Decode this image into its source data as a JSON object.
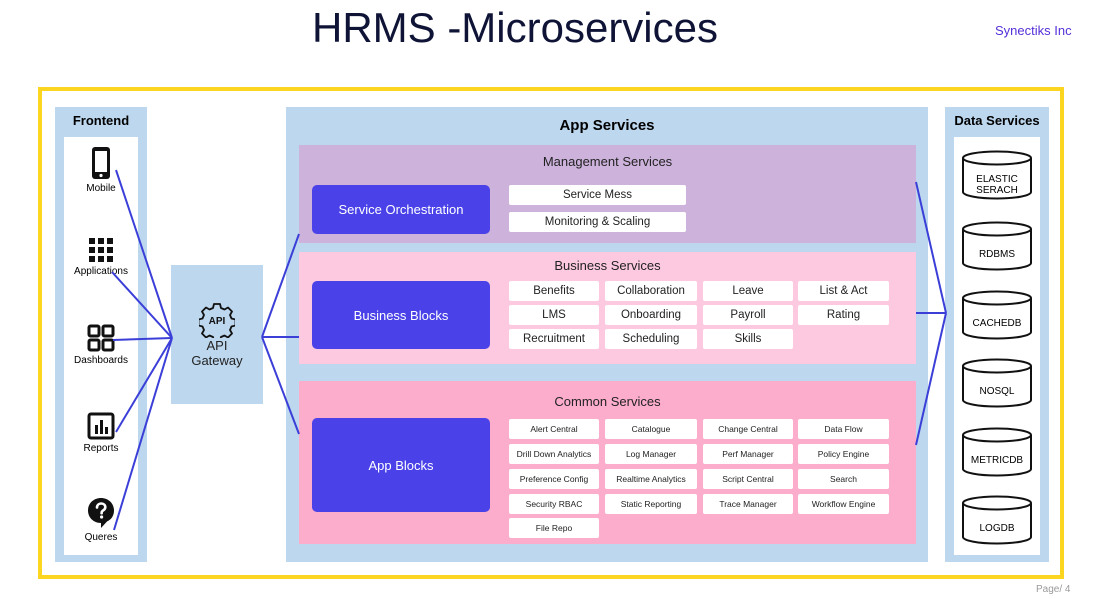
{
  "header": {
    "title": "HRMS -Microservices",
    "company": "Synectiks Inc",
    "page": "Page/ 4"
  },
  "frontend": {
    "title": "Frontend",
    "items": [
      {
        "label": "Mobile",
        "icon": "mobile-phone-icon"
      },
      {
        "label": "Applications",
        "icon": "apps-grid-icon"
      },
      {
        "label": "Dashboards",
        "icon": "dashboard-icon"
      },
      {
        "label": "Reports",
        "icon": "report-chart-icon"
      },
      {
        "label": "Queres",
        "icon": "question-bubble-icon"
      }
    ]
  },
  "gateway": {
    "icon_text": "API",
    "line1": "API",
    "line2": "Gateway"
  },
  "app_services": {
    "title": "App Services",
    "management": {
      "title": "Management Services",
      "block": "Service Orchestration",
      "items": [
        "Service Mess",
        "Monitoring & Scaling"
      ]
    },
    "business": {
      "title": "Business Services",
      "block": "Business Blocks",
      "items": [
        "Benefits",
        "Collaboration",
        "Leave",
        "List & Act",
        "LMS",
        "Onboarding",
        "Payroll",
        "Rating",
        "Recruitment",
        "Scheduling",
        "Skills"
      ]
    },
    "common": {
      "title": "Common  Services",
      "block": "App Blocks",
      "items": [
        "Alert Central",
        "Catalogue",
        "Change Central",
        "Data Flow",
        "Drill Down Analytics",
        "Log Manager",
        "Perf Manager",
        "Policy Engine",
        "Preference Config",
        "Realtime Analytics",
        "Script Central",
        "Search",
        "Security RBAC",
        "Static Reporting",
        "Trace Manager",
        "Workflow Engine",
        "File Repo"
      ]
    }
  },
  "data_services": {
    "title": "Data Services",
    "stores": [
      {
        "line1": "ELASTIC",
        "line2": "SERACH"
      },
      {
        "line1": "RDBMS",
        "line2": ""
      },
      {
        "line1": "CACHEDB",
        "line2": ""
      },
      {
        "line1": "NOSQL",
        "line2": ""
      },
      {
        "line1": "METRICDB",
        "line2": ""
      },
      {
        "line1": "LOGDB",
        "line2": ""
      }
    ]
  },
  "colors": {
    "frame": "#fbd51f",
    "column": "#bdd7ee",
    "management": "#cdb3dc",
    "business": "#fdc9e0",
    "common": "#fcadcc",
    "block": "#4a42e8",
    "connector": "#3b3fd8",
    "title": "#0f1437",
    "company": "#5530d8"
  }
}
